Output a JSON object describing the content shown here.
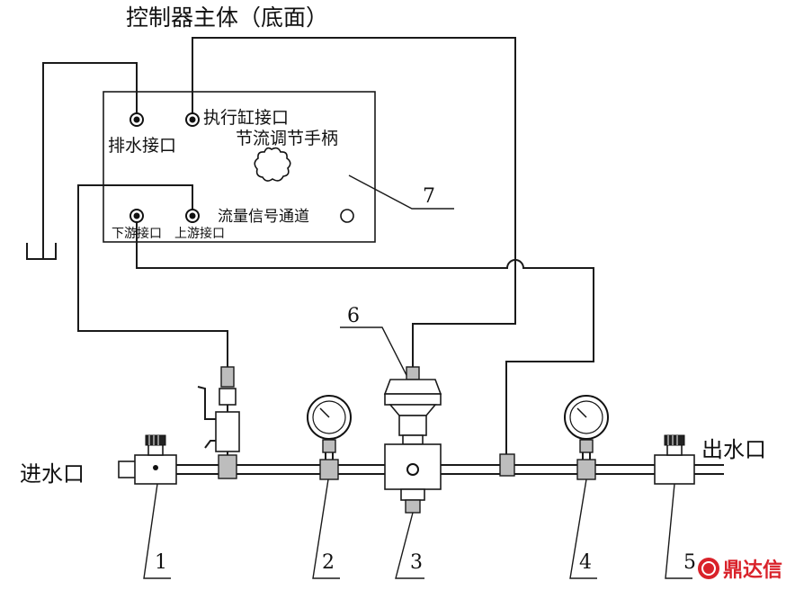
{
  "title": "控制器主体（底面）",
  "controller": {
    "drain_port": "排水接口",
    "cylinder_port": "执行缸接口",
    "throttle_handle": "节流调节手柄",
    "downstream_port": "下游接口",
    "upstream_port": "上游接口",
    "flow_signal": "流量信号通道"
  },
  "pipeline": {
    "inlet": "进水口",
    "outlet": "出水口"
  },
  "numbers": [
    "1",
    "2",
    "3",
    "4",
    "5",
    "6",
    "7"
  ],
  "watermark": "鼎达信",
  "colors": {
    "line": "#1a1a1a",
    "watermark": "#d9222a"
  }
}
